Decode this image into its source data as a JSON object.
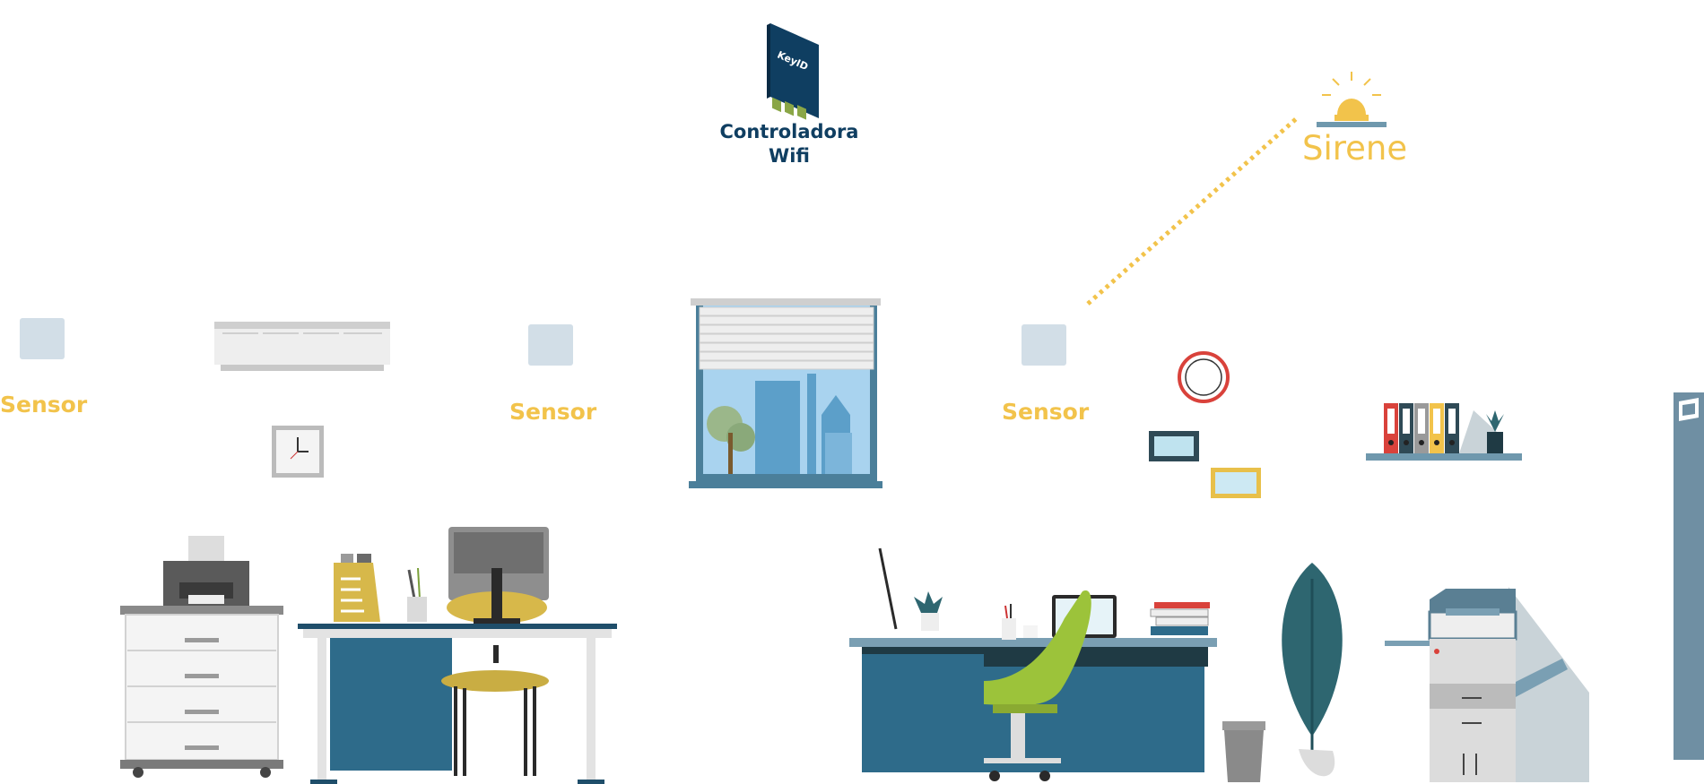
{
  "controller": {
    "brand": "KeyID",
    "line1": "Controladora",
    "line2": "Wifi"
  },
  "siren": {
    "label": "Sirene"
  },
  "sensors": [
    {
      "label": "Sensor"
    },
    {
      "label": "Sensor"
    },
    {
      "label": "Sensor"
    }
  ],
  "colors": {
    "accent_yellow": "#f2c34b",
    "navy": "#0f3e61",
    "teal": "#2e6b8a",
    "sensor_box": "#d2dee7",
    "green_chair": "#9cc33a",
    "plant": "#2e6670"
  }
}
